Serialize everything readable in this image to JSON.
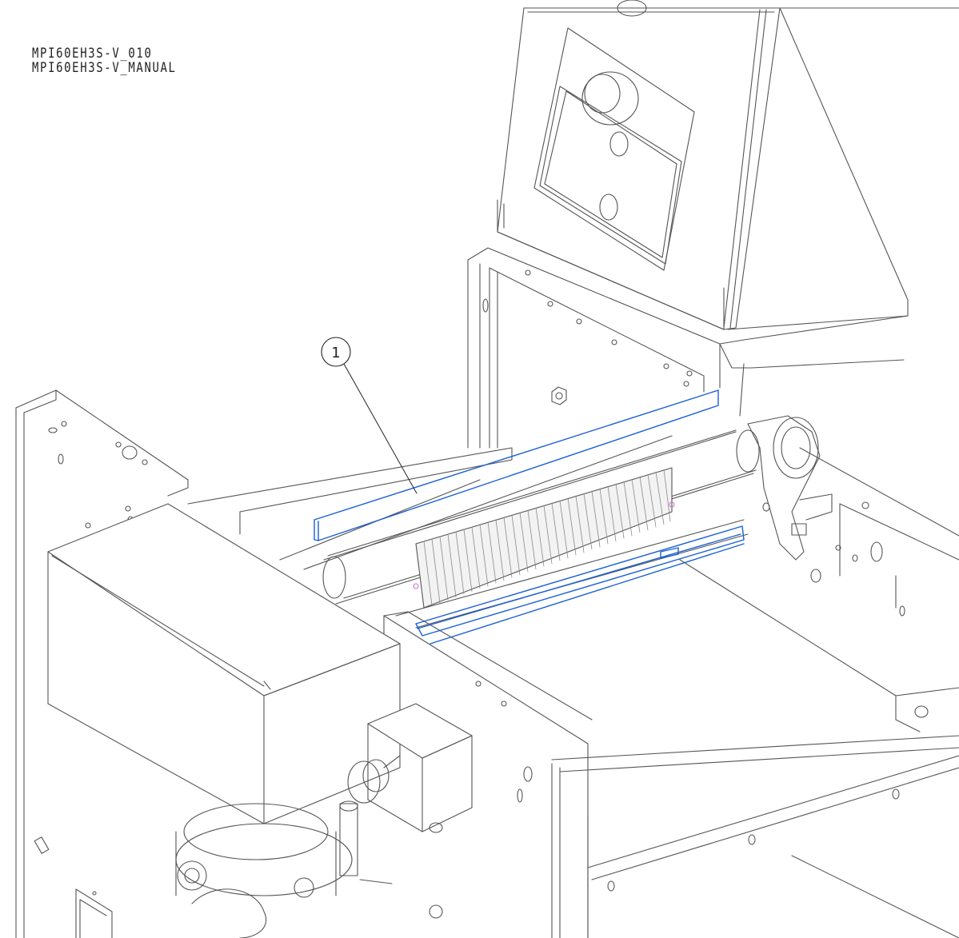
{
  "document": {
    "part_number": "MPI60EH3S-V_010",
    "manual_ref": "MPI60EH3S-V_MANUAL"
  },
  "callouts": [
    {
      "label": "1",
      "target": "highlighted-guide-strips"
    }
  ],
  "colors": {
    "line": "#555555",
    "highlight": "#1a5fd6",
    "accent_dot": "#d070d0",
    "background": "#ffffff"
  }
}
